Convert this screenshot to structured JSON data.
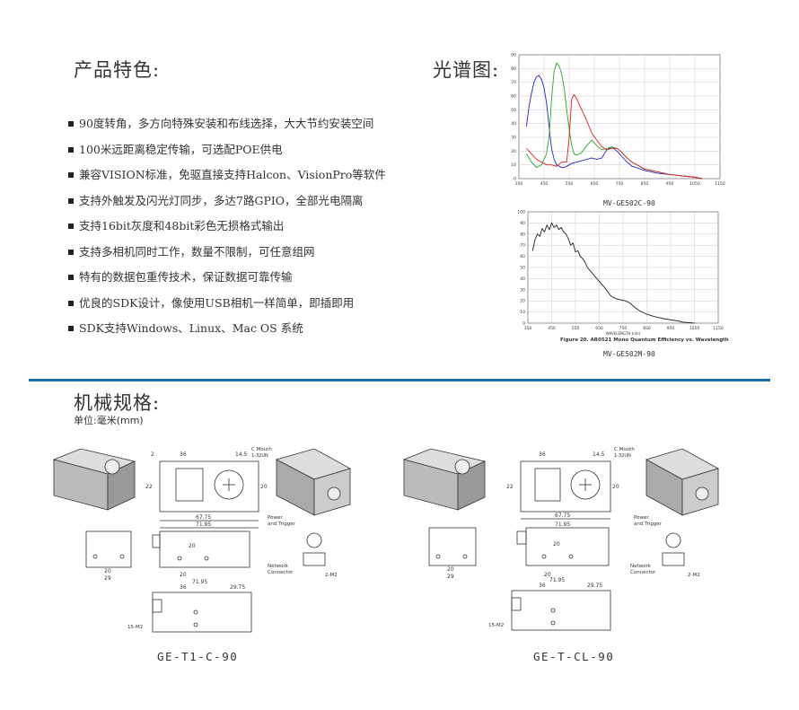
{
  "features": {
    "title": "产品特色:",
    "items": [
      "90度转角，多方向特殊安装和布线选择，大大节约安装空间",
      "100米远距离稳定传输，可选配POE供电",
      "兼容VISION标准，免驱直接支持Halcon、VisionPro等软件",
      "支持外触发及闪光灯同步，多达7路GPIO，全部光电隔离",
      "支持16bit灰度和48bit彩色无损格式输出",
      "支持多相机同时工作，数量不限制，可任意组网",
      "特有的数据包重传技术，保证数据可靠传输",
      "优良的SDK设计，像使用USB相机一样简单，即插即用",
      "SDK支持Windows、Linux、Mac OS 系统"
    ]
  },
  "spectrum": {
    "title": "光谱图:",
    "color_chart_caption": "MV-GE502C-90",
    "mono_chart_caption": "MV-GE502M-90",
    "mono_figure_caption": "Figure 20. AR0521 Mono Quantum Efficiency vs. Wavelength",
    "mono_xlabel": "WAVELENGTH (nm)"
  },
  "mechanical": {
    "title": "机械规格:",
    "unit": "单位:毫米(mm)",
    "left_model": "GE-T1-C-90",
    "right_model": "GE-T-CL-90",
    "labels": {
      "c_mouth": "C Mouth",
      "thread": "1-32UN",
      "power": "Power",
      "trigger": "and Trigger",
      "network": "Network",
      "connector": "Connector",
      "m2": "2-M2",
      "m2b": "15-M2",
      "d36": "36",
      "d145": "14.5",
      "d22": "22",
      "d20": "20",
      "d29": "29",
      "d6775": "67.75",
      "d7195": "71.95",
      "d2975": "29.75",
      "d2": "2"
    }
  },
  "colors": {
    "divider": "#1a6fb0",
    "red": "#d22",
    "green": "#2a2",
    "blue": "#22c"
  },
  "chart_data": [
    {
      "type": "line",
      "title": "",
      "xlabel": "",
      "ylabel": "",
      "xlim": [
        350,
        1150
      ],
      "ylim": [
        0,
        90
      ],
      "x_ticks": [
        350,
        450,
        550,
        650,
        750,
        850,
        950,
        1050,
        1150
      ],
      "y_ticks": [
        0,
        10,
        20,
        30,
        40,
        50,
        60,
        70,
        80,
        90
      ],
      "grid": true,
      "series": [
        {
          "color": "#22c",
          "x": [
            380,
            390,
            400,
            410,
            420,
            430,
            440,
            450,
            460,
            470,
            480,
            490,
            500,
            510,
            520,
            530,
            540,
            550,
            560,
            580,
            600,
            620,
            640,
            660,
            680,
            700,
            720,
            740,
            760,
            780,
            800,
            850,
            900,
            950,
            1000,
            1050,
            1080
          ],
          "y": [
            38,
            52,
            62,
            70,
            74,
            75,
            72,
            66,
            55,
            38,
            22,
            14,
            10,
            9,
            8,
            8,
            9,
            10,
            11,
            12,
            13,
            14,
            15,
            14,
            15,
            21,
            23,
            20,
            16,
            12,
            9,
            6,
            4,
            3,
            2,
            1,
            0
          ]
        },
        {
          "color": "#2a2",
          "x": [
            380,
            400,
            420,
            440,
            460,
            470,
            480,
            490,
            500,
            510,
            520,
            530,
            540,
            550,
            560,
            570,
            580,
            600,
            620,
            640,
            660,
            680,
            700,
            720,
            740,
            760,
            780,
            800,
            850,
            900,
            950,
            1000,
            1050,
            1080
          ],
          "y": [
            18,
            12,
            8,
            10,
            18,
            30,
            58,
            78,
            84,
            82,
            76,
            66,
            50,
            36,
            24,
            18,
            17,
            19,
            24,
            28,
            24,
            21,
            22,
            23,
            22,
            19,
            15,
            12,
            7,
            5,
            3,
            2,
            1,
            0
          ]
        },
        {
          "color": "#d22",
          "x": [
            380,
            400,
            420,
            440,
            460,
            480,
            500,
            520,
            540,
            550,
            560,
            570,
            580,
            600,
            620,
            640,
            660,
            680,
            700,
            720,
            740,
            760,
            780,
            800,
            850,
            900,
            950,
            1000,
            1050,
            1080
          ],
          "y": [
            22,
            18,
            14,
            12,
            10,
            10,
            9,
            12,
            12,
            30,
            58,
            61,
            58,
            50,
            42,
            33,
            28,
            23,
            21,
            22,
            22,
            19,
            15,
            12,
            7,
            5,
            3,
            2,
            1,
            0
          ]
        }
      ]
    },
    {
      "type": "line",
      "title": "",
      "xlabel": "WAVELENGTH (nm)",
      "ylabel": "",
      "xlim": [
        350,
        1150
      ],
      "ylim": [
        0,
        100
      ],
      "x_ticks": [
        350,
        450,
        550,
        650,
        750,
        850,
        950,
        1050,
        1150
      ],
      "y_ticks": [
        0,
        10,
        20,
        30,
        40,
        50,
        60,
        70,
        80,
        90,
        100
      ],
      "grid": true,
      "series": [
        {
          "color": "#222",
          "x": [
            370,
            380,
            390,
            400,
            410,
            420,
            430,
            440,
            450,
            460,
            470,
            480,
            490,
            500,
            510,
            520,
            530,
            540,
            550,
            560,
            570,
            580,
            590,
            600,
            620,
            640,
            660,
            680,
            700,
            720,
            740,
            760,
            780,
            800,
            820,
            850,
            880,
            900,
            920,
            950,
            980,
            1000,
            1050
          ],
          "y": [
            65,
            75,
            80,
            78,
            85,
            82,
            88,
            84,
            90,
            86,
            88,
            84,
            86,
            82,
            80,
            76,
            70,
            72,
            64,
            65,
            60,
            58,
            55,
            50,
            45,
            40,
            35,
            30,
            24,
            22,
            21,
            20,
            18,
            14,
            11,
            8,
            6,
            5,
            4,
            3,
            2,
            1,
            0
          ]
        }
      ]
    }
  ]
}
